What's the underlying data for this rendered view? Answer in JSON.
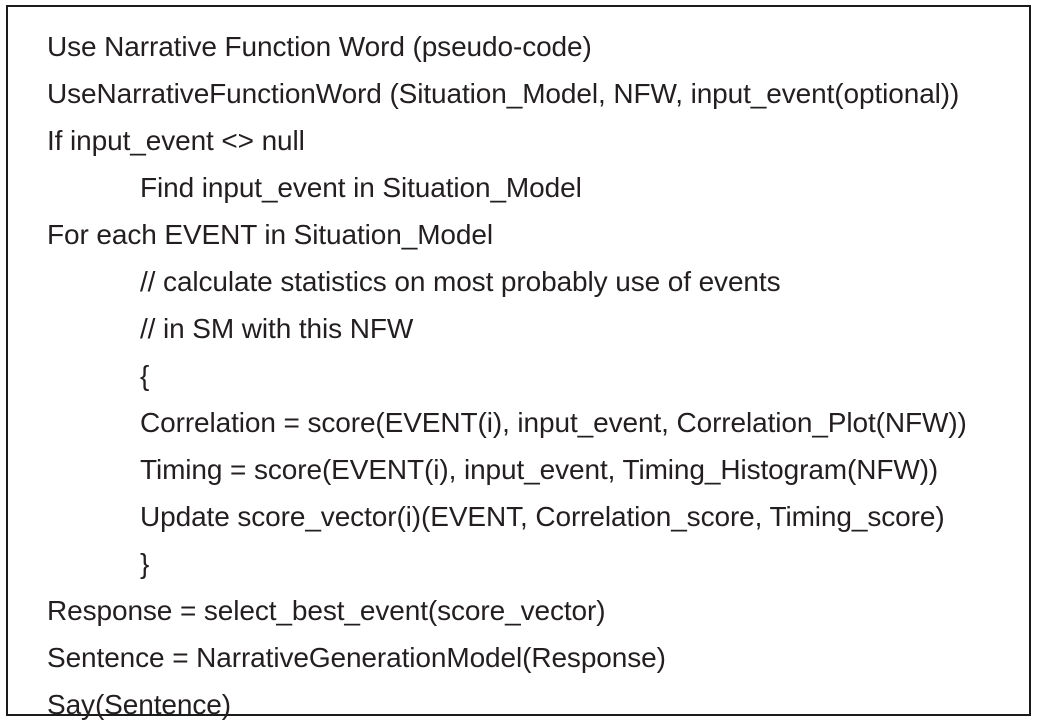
{
  "figure": {
    "title": "Use Narrative Function Word (pseudo-code)",
    "border_color": "#1b1b1b",
    "text_color": "#231f20",
    "background_color": "#ffffff"
  },
  "pseudocode": {
    "lines": [
      {
        "indent": 0,
        "text": "Use Narrative Function Word (pseudo-code)"
      },
      {
        "indent": 0,
        "text": "UseNarrativeFunctionWord (Situation_Model, NFW, input_event(optional))"
      },
      {
        "indent": 0,
        "text": "If input_event <> null"
      },
      {
        "indent": 1,
        "text": "Find input_event in Situation_Model"
      },
      {
        "indent": 0,
        "text": "For each EVENT in Situation_Model"
      },
      {
        "indent": 1,
        "text": "// calculate statistics on most probably use of events"
      },
      {
        "indent": 1,
        "text": "// in SM with this NFW"
      },
      {
        "indent": 1,
        "text": "{"
      },
      {
        "indent": 1,
        "text": "Correlation = score(EVENT(i), input_event, Correlation_Plot(NFW))"
      },
      {
        "indent": 1,
        "text": "Timing = score(EVENT(i), input_event, Timing_Histogram(NFW))"
      },
      {
        "indent": 1,
        "text": "Update score_vector(i)(EVENT, Correlation_score, Timing_score)"
      },
      {
        "indent": 1,
        "text": "}"
      },
      {
        "indent": 0,
        "text": "Response = select_best_event(score_vector)"
      },
      {
        "indent": 0,
        "text": "Sentence = NarrativeGenerationModel(Response)"
      },
      {
        "indent": 0,
        "text": "Say(Sentence)"
      }
    ]
  }
}
